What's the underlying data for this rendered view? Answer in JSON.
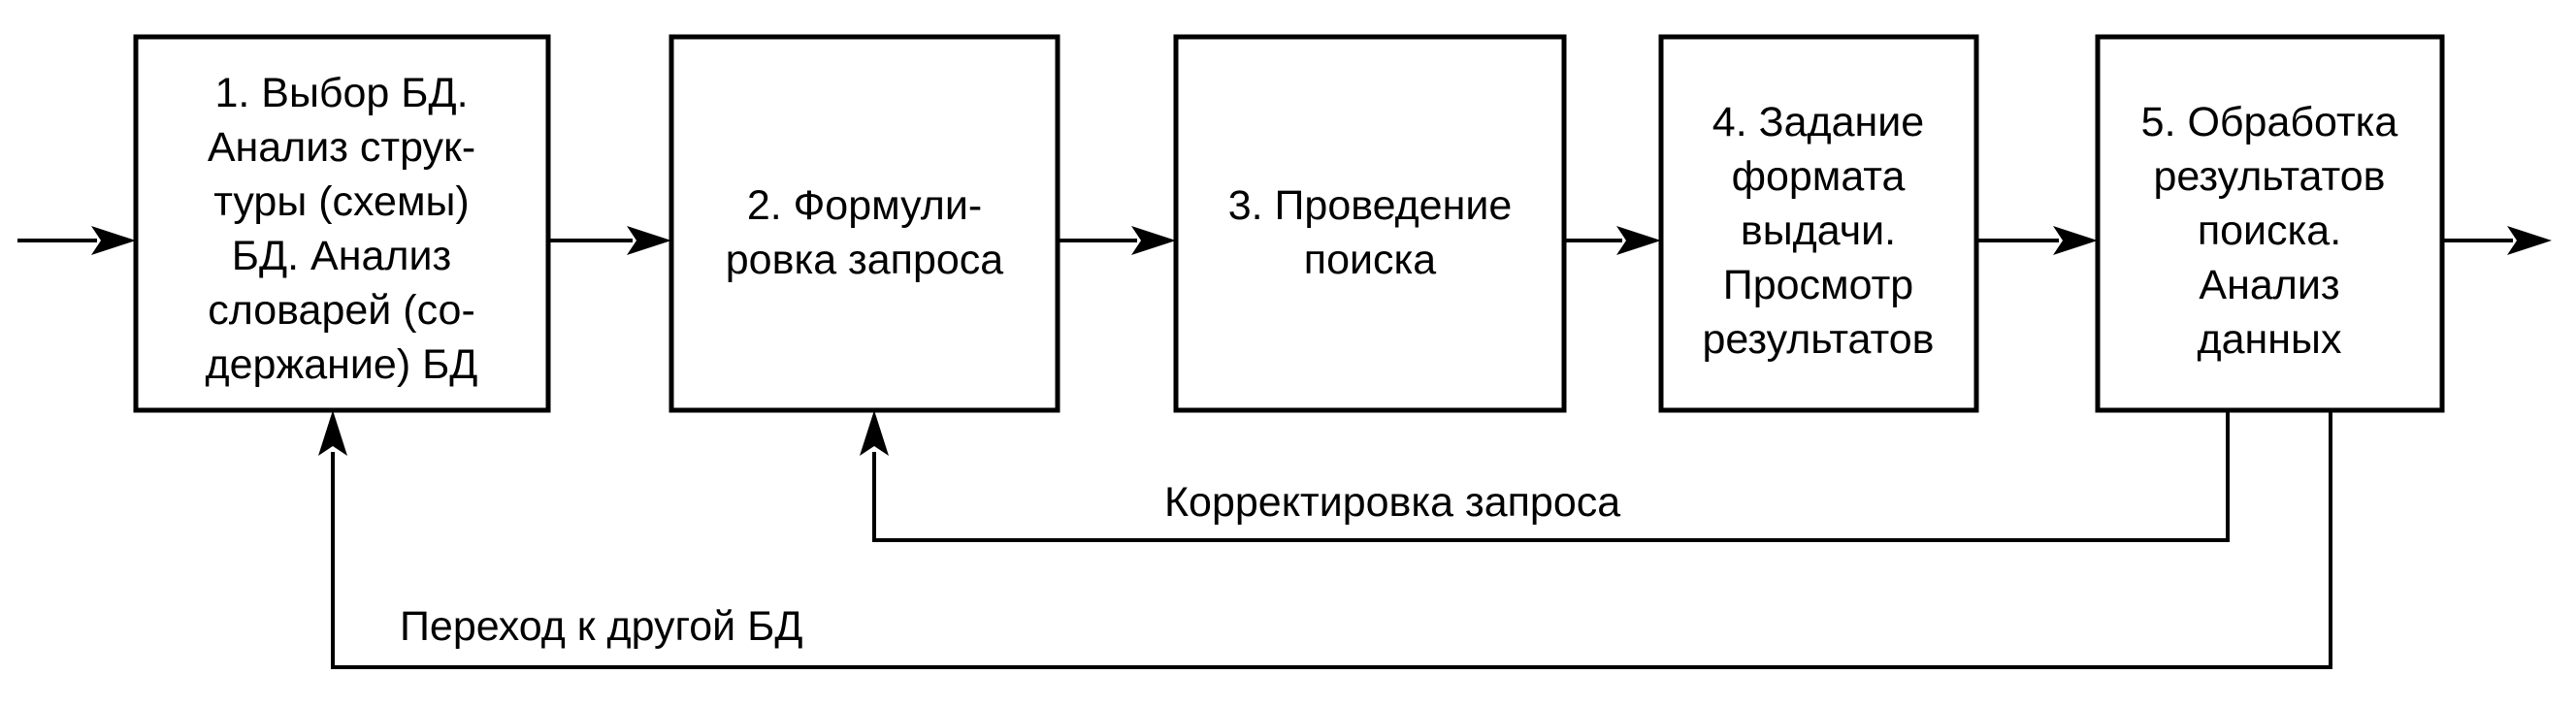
{
  "boxes": [
    {
      "id": "box-1",
      "lines": [
        "1. Выбор БД.",
        "Анализ струк-",
        "туры (схемы)",
        "БД. Анализ",
        "словарей (со-",
        "держание) БД"
      ]
    },
    {
      "id": "box-2",
      "lines": [
        "2. Формули-",
        "ровка запроса"
      ]
    },
    {
      "id": "box-3",
      "lines": [
        "3. Проведение",
        "поиска"
      ]
    },
    {
      "id": "box-4",
      "lines": [
        "4. Задание",
        "формата",
        "выдачи.",
        "Просмотр",
        "результатов"
      ]
    },
    {
      "id": "box-5",
      "lines": [
        "5. Обработка",
        "результатов",
        "поиска.",
        "Анализ",
        "данных"
      ]
    }
  ],
  "feedback": {
    "query_correction": "Корректировка запроса",
    "switch_db": "Переход к другой БД"
  }
}
